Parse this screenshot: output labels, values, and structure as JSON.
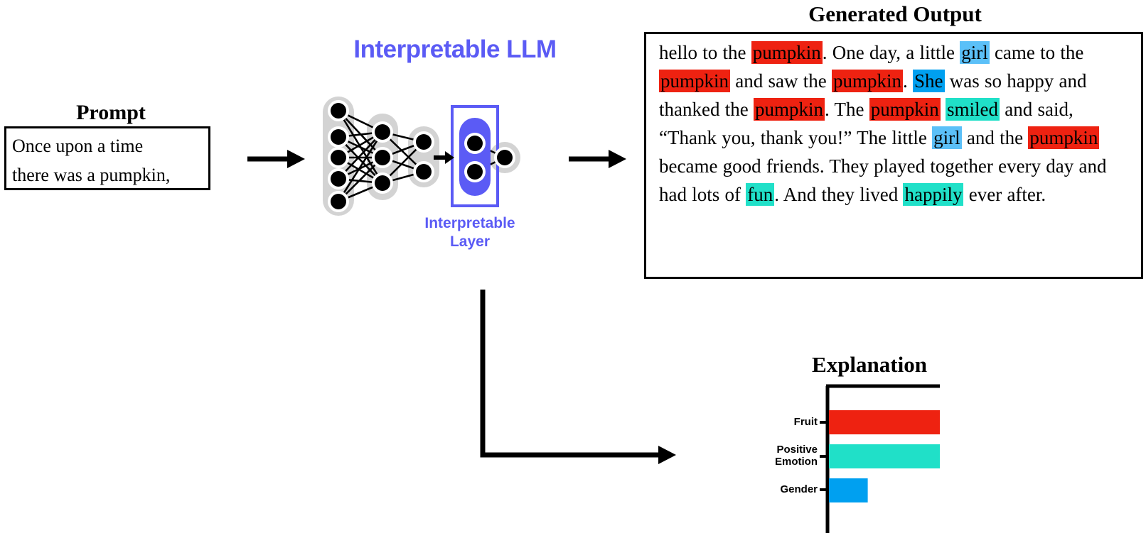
{
  "prompt": {
    "title": "Prompt",
    "lines": [
      "Once upon a time",
      "there was a pumpkin,"
    ]
  },
  "model": {
    "title": "Interpretable LLM",
    "layer_label_line1": "Interpretable",
    "layer_label_line2": "Layer",
    "accent_color": "#5B5BF5",
    "node_color": "#000000",
    "group_color": "#D3D3D3",
    "layers": [
      5,
      3,
      2,
      2,
      1
    ]
  },
  "output": {
    "title": "Generated Output",
    "tokens": [
      {
        "text": "hello to the ",
        "highlight": null
      },
      {
        "text": "pumpkin",
        "highlight": "fruit"
      },
      {
        "text": ". One day, a little ",
        "highlight": null
      },
      {
        "text": "girl",
        "highlight": "gender_light"
      },
      {
        "text": " came to the ",
        "highlight": null
      },
      {
        "text": "pumpkin",
        "highlight": "fruit"
      },
      {
        "text": " and saw the ",
        "highlight": null
      },
      {
        "text": "pumpkin",
        "highlight": "fruit"
      },
      {
        "text": ". ",
        "highlight": null
      },
      {
        "text": "She",
        "highlight": "gender"
      },
      {
        "text": " was so happy and thanked the ",
        "highlight": null
      },
      {
        "text": "pumpkin",
        "highlight": "fruit"
      },
      {
        "text": ". The ",
        "highlight": null
      },
      {
        "text": "pumpkin",
        "highlight": "fruit"
      },
      {
        "text": " ",
        "highlight": null
      },
      {
        "text": "smiled",
        "highlight": "positive_emotion"
      },
      {
        "text": " and said, “Thank you, thank you!” The little ",
        "highlight": null
      },
      {
        "text": "girl",
        "highlight": "gender_light"
      },
      {
        "text": " and the ",
        "highlight": null
      },
      {
        "text": "pumpkin",
        "highlight": "fruit"
      },
      {
        "text": " became good friends. They played together every day and had lots of ",
        "highlight": null
      },
      {
        "text": "fun",
        "highlight": "positive_emotion"
      },
      {
        "text": ". And they lived ",
        "highlight": null
      },
      {
        "text": "happily",
        "highlight": "positive_emotion"
      },
      {
        "text": " ever after.",
        "highlight": null
      }
    ],
    "highlight_colors": {
      "fruit": "#EE2211",
      "positive_emotion": "#20E0C8",
      "gender": "#00A0F0",
      "gender_light": "#5BC0F8"
    }
  },
  "explanation": {
    "title": "Explanation"
  },
  "chart_data": {
    "type": "bar",
    "orientation": "horizontal",
    "title": "Explanation",
    "categories": [
      "Fruit",
      "Positive Emotion",
      "Gender"
    ],
    "values": [
      1.0,
      1.0,
      0.35
    ],
    "colors": [
      "#EE2211",
      "#20E0C8",
      "#00A0F0"
    ],
    "xlabel": "",
    "ylabel": "",
    "xlim": [
      0,
      1.15
    ],
    "grid": false,
    "legend": false
  },
  "arrows": {
    "prompt_to_model": "→",
    "model_to_output": "→",
    "model_to_explanation": "→",
    "into_layer": "→"
  }
}
